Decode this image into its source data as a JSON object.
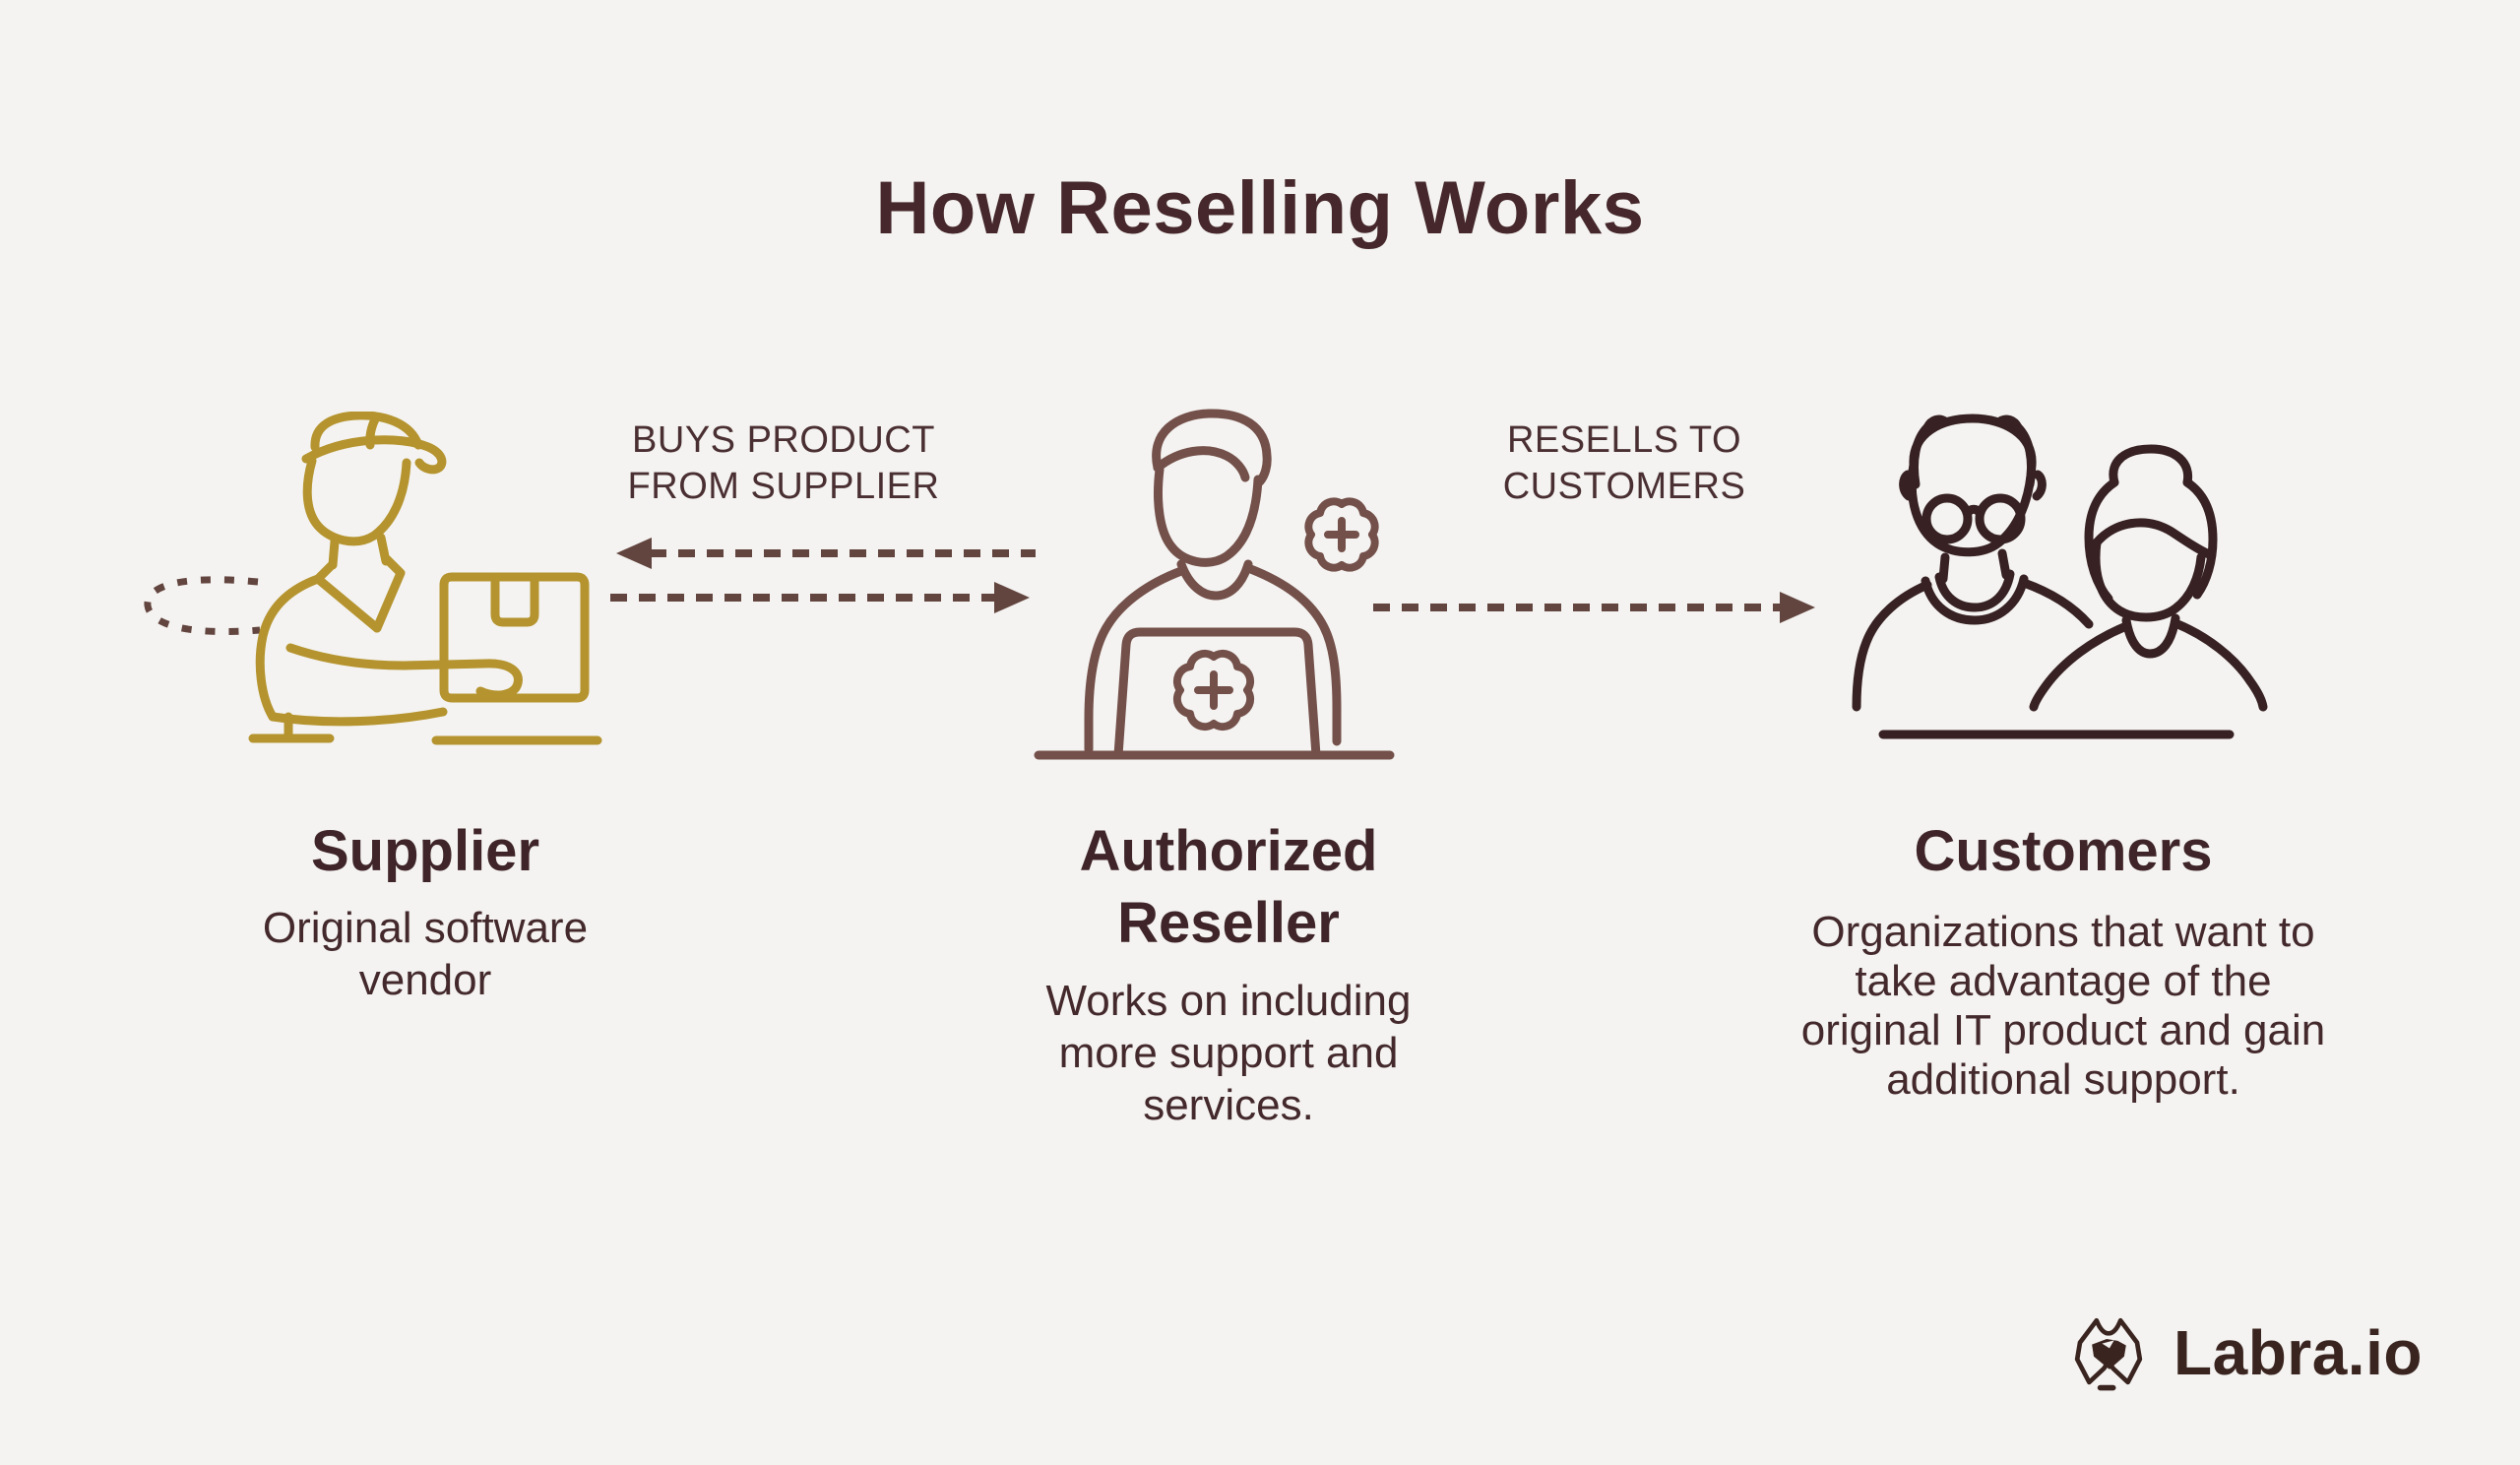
{
  "title": "How Reselling Works",
  "flow": {
    "label_buys": "BUYS PRODUCT\nFROM SUPPLIER",
    "label_resells": "RESELLS TO\nCUSTOMERS",
    "arrow_buys_direction": "left",
    "arrow_sells_direction": "right",
    "arrow_resells_direction": "right"
  },
  "entities": {
    "supplier": {
      "name": "Supplier",
      "description": "Original software\nvendor",
      "icon": "delivery-person-holding-box-icon",
      "color": "#b5942f"
    },
    "reseller": {
      "name": "Authorized\nReseller",
      "description": "Works on including\nmore support and\nservices.",
      "icon": "person-at-laptop-with-plus-badges-icon",
      "color": "#74504a"
    },
    "customers": {
      "name": "Customers",
      "description": "Organizations that want to\ntake advantage of the\noriginal IT product and gain\nadditional support.",
      "icon": "elderly-couple-icon",
      "color": "#372123"
    }
  },
  "logo": {
    "text": "Labra.io",
    "icon": "labrador-dog-head-icon",
    "color": "#3a241f"
  },
  "colors": {
    "background": "#f4f3f1",
    "title_text": "#46282c",
    "heading_text": "#3f2529",
    "body_text": "#44292c",
    "label_text": "#4a2f32",
    "arrow": "#63453f",
    "supplier_gold": "#b5942f",
    "reseller_brown": "#74504a",
    "customers_brown": "#372123",
    "logo_brown": "#3a241f"
  }
}
